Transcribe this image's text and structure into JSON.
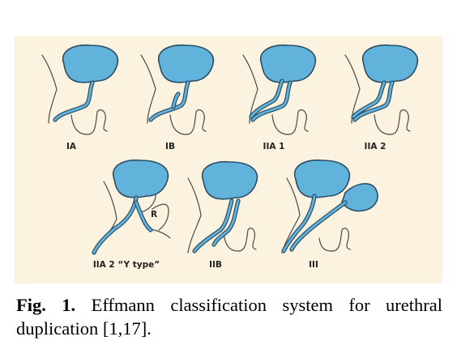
{
  "figure": {
    "panels": [
      {
        "label": "IA"
      },
      {
        "label": "IB"
      },
      {
        "label": "IIA 1"
      },
      {
        "label": "IIA 2"
      },
      {
        "label": "IIA 2 “Y type”"
      },
      {
        "label": "IIB"
      },
      {
        "label": "III"
      }
    ],
    "rectum_label": "R",
    "colors": {
      "background": "#fbf3df",
      "bladder": "#61b3dc",
      "outline": "#2c4d63"
    }
  },
  "caption": {
    "lead": "Fig. 1.",
    "text": " Effmann classification system for urethral duplication [1,17]."
  }
}
